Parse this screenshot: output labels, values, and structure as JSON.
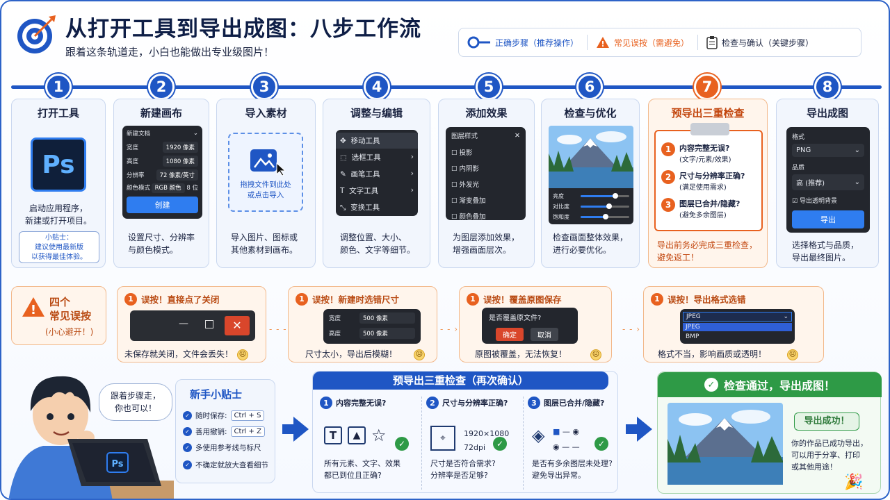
{
  "header": {
    "title": "从打开工具到导出成图：八步工作流",
    "subtitle": "跟着这条轨道走，小白也能做出专业级图片！"
  },
  "legend": {
    "correct": "正确步骤（推荐操作）",
    "mistake": "常见误按（需避免）",
    "check": "检查与确认（关键步骤）"
  },
  "colors": {
    "primary": "#1f56c4",
    "warning": "#e8611f",
    "success": "#2e9a46"
  },
  "steps": [
    {
      "num": "1",
      "title": "打开工具",
      "icon_text": "Ps",
      "desc": "启动应用程序，\n新建或打开项目。",
      "tip": "小贴士：\n建议使用最新版\n以获得最佳体验。"
    },
    {
      "num": "2",
      "title": "新建画布",
      "desc": "设置尺寸、分辨率\n与颜色模式。",
      "panel": {
        "title": "新建文档",
        "width_label": "宽度",
        "width_value": "1920 像素",
        "height_label": "高度",
        "height_value": "1080 像素",
        "res_label": "分辨率",
        "res_value": "72 像素/英寸",
        "mode_label": "颜色模式",
        "mode_value": "RGB 颜色",
        "mode_bits": "8 位",
        "create": "创建"
      }
    },
    {
      "num": "3",
      "title": "导入素材",
      "drop_text": "拖拽文件到此处\n或点击导入",
      "desc": "导入图片、图标或\n其他素材到画布。"
    },
    {
      "num": "4",
      "title": "调整与编辑",
      "desc": "调整位置、大小、\n颜色、文字等细节。",
      "tools": [
        "移动工具",
        "选框工具",
        "画笔工具",
        "文字工具",
        "变换工具"
      ]
    },
    {
      "num": "5",
      "title": "添加效果",
      "desc": "为图层添加效果，\n增强画面层次。",
      "panel_title": "图层样式",
      "effects": [
        "投影",
        "内阴影",
        "外发光",
        "渐变叠加",
        "颜色叠加"
      ]
    },
    {
      "num": "6",
      "title": "检查与优化",
      "desc": "检查画面整体效果，\n进行必要优化。",
      "sliders": [
        {
          "label": "亮度",
          "value": 0.72
        },
        {
          "label": "对比度",
          "value": 0.58
        },
        {
          "label": "饱和度",
          "value": 0.52
        }
      ]
    },
    {
      "num": "7",
      "title": "预导出三重检查",
      "desc": "导出前务必完成三重检查，\n避免返工！",
      "checks": [
        {
          "n": "1",
          "title": "内容完整无误?",
          "sub": "(文字/元素/效果)"
        },
        {
          "n": "2",
          "title": "尺寸与分辨率正确?",
          "sub": "(满足使用需求)"
        },
        {
          "n": "3",
          "title": "图层已合并/隐藏?",
          "sub": "(避免多余图层)"
        }
      ]
    },
    {
      "num": "8",
      "title": "导出成图",
      "desc": "选择格式与品质，\n导出最终图片。",
      "panel": {
        "format_label": "格式",
        "format_value": "PNG",
        "quality_label": "品质",
        "quality_value": "高 (推荐)",
        "transparent": "导出透明背景",
        "export": "导出"
      }
    }
  ],
  "mistakes": {
    "header": "四个\n常见误按",
    "sub": "(小心避开！)",
    "items": [
      {
        "n": "1",
        "title": "误按！直接点了关闭",
        "desc": "未保存就关闭，文件会丢失！"
      },
      {
        "n": "1",
        "title": "误按！新建时选错尺寸",
        "desc": "尺寸太小，导出后模糊！",
        "w_label": "宽度",
        "w_value": "500 像素",
        "h_label": "高度",
        "h_value": "500 像素"
      },
      {
        "n": "1",
        "title": "误按！覆盖原图保存",
        "desc": "原图被覆盖，无法恢复！",
        "dialog": "是否覆盖原文件?",
        "ok": "确定",
        "cancel": "取消"
      },
      {
        "n": "1",
        "title": "误按！导出格式选错",
        "desc": "格式不当，影响画质或透明！",
        "options": [
          "JPEG",
          "JPEG",
          "BMP"
        ]
      }
    ]
  },
  "mascot": {
    "speech": "跟着步骤走，\n你也可以！"
  },
  "tips": {
    "title": "新手小贴士",
    "items": [
      {
        "text": "随时保存:",
        "key": "Ctrl + S"
      },
      {
        "text": "善用撤销:",
        "key": "Ctrl + Z"
      },
      {
        "text": "多使用参考线与标尺",
        "key": ""
      },
      {
        "text": "不确定就放大查看细节",
        "key": ""
      }
    ]
  },
  "triple_check": {
    "title": "预导出三重检查（再次确认）",
    "cols": [
      {
        "n": "1",
        "title": "内容完整无误?",
        "desc": "所有元素、文字、效果\n都已到位且正确?"
      },
      {
        "n": "2",
        "title": "尺寸与分辨率正确?",
        "desc": "尺寸是否符合需求?\n分辨率是否足够?",
        "size": "1920×1080",
        "dpi": "72dpi"
      },
      {
        "n": "3",
        "title": "图层已合并/隐藏?",
        "desc": "是否有多余图层未处理?\n避免导出异常。"
      }
    ]
  },
  "success": {
    "title": "检查通过，导出成图！",
    "badge": "导出成功！",
    "desc": "你的作品已成功导出，\n可以用于分享、打印\n或其他用途！"
  }
}
